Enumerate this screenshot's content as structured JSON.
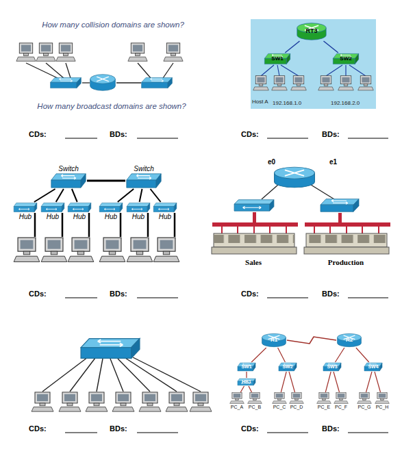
{
  "diagram": {
    "nodes": [
      {
        "text": [
          "RT3"
        ]
      },
      {
        "text": [
          "SW1"
        ]
      },
      {
        "text": [
          "SW2"
        ]
      },
      {
        "text": [
          "Switch"
        ]
      },
      {
        "text": [
          "Switch"
        ]
      },
      {
        "text": [
          "Hub"
        ]
      },
      {
        "text": [
          "Hub"
        ]
      },
      {
        "text": [
          "Hub"
        ]
      },
      {
        "text": [
          "Hub"
        ]
      },
      {
        "text": [
          "Hub"
        ]
      },
      {
        "text": [
          "Hub"
        ]
      },
      {
        "text": [
          "R1"
        ]
      },
      {
        "text": [
          "R2"
        ]
      },
      {
        "text": [
          "SW1"
        ]
      },
      {
        "text": [
          "SW2"
        ]
      },
      {
        "text": [
          "SW3"
        ]
      },
      {
        "text": [
          "SW4"
        ]
      },
      {
        "text": [
          "HB1"
        ]
      },
      {
        "text": [
          "PC_A"
        ]
      },
      {
        "text": [
          "PC_B"
        ]
      },
      {
        "text": [
          "PC_C"
        ]
      },
      {
        "text": [
          "PC_D"
        ]
      },
      {
        "text": [
          "PC_E"
        ]
      },
      {
        "text": [
          "PC_F"
        ]
      },
      {
        "text": [
          "PC_G"
        ]
      },
      {
        "text": [
          "PC_H"
        ]
      }
    ],
    "edges": [
      {
        "from": 0,
        "to": 1,
        "arrow": "none"
      },
      {
        "from": 0,
        "to": 2,
        "arrow": "none"
      },
      {
        "from": 3,
        "to": 4,
        "arrow": "none"
      },
      {
        "from": 3,
        "to": 5,
        "arrow": "none"
      },
      {
        "from": 3,
        "to": 6,
        "arrow": "none"
      },
      {
        "from": 3,
        "to": 7,
        "arrow": "none"
      },
      {
        "from": 4,
        "to": 8,
        "arrow": "none"
      },
      {
        "from": 4,
        "to": 9,
        "arrow": "none"
      },
      {
        "from": 4,
        "to": 10,
        "arrow": "none"
      },
      {
        "from": 11,
        "to": 12,
        "arrow": "none"
      },
      {
        "from": 11,
        "to": 13,
        "arrow": "none"
      },
      {
        "from": 11,
        "to": 14,
        "arrow": "none"
      },
      {
        "from": 12,
        "to": 15,
        "arrow": "none"
      },
      {
        "from": 12,
        "to": 16,
        "arrow": "none"
      },
      {
        "from": 13,
        "to": 17,
        "arrow": "none"
      },
      {
        "from": 17,
        "to": 18,
        "arrow": "none"
      },
      {
        "from": 17,
        "to": 19,
        "arrow": "none"
      },
      {
        "from": 14,
        "to": 20,
        "arrow": "none"
      },
      {
        "from": 14,
        "to": 21,
        "arrow": "none"
      },
      {
        "from": 15,
        "to": 22,
        "arrow": "none"
      },
      {
        "from": 15,
        "to": 23,
        "arrow": "none"
      },
      {
        "from": 16,
        "to": 24,
        "arrow": "none"
      },
      {
        "from": 16,
        "to": 25,
        "arrow": "none"
      }
    ],
    "labels": [
      "How many collision domains are shown?",
      "How many broadcast domains are shown?",
      "Host A",
      "192.168.1.0",
      "192.168.2.0",
      "e0",
      "e1",
      "Sales",
      "Production",
      "CDs:",
      "BDs:",
      "CDs:",
      "BDs:",
      "CDs:",
      "BDs:",
      "CDs:",
      "BDs:",
      "CDs:",
      "BDs:",
      "CDs:",
      "BDs:"
    ]
  }
}
